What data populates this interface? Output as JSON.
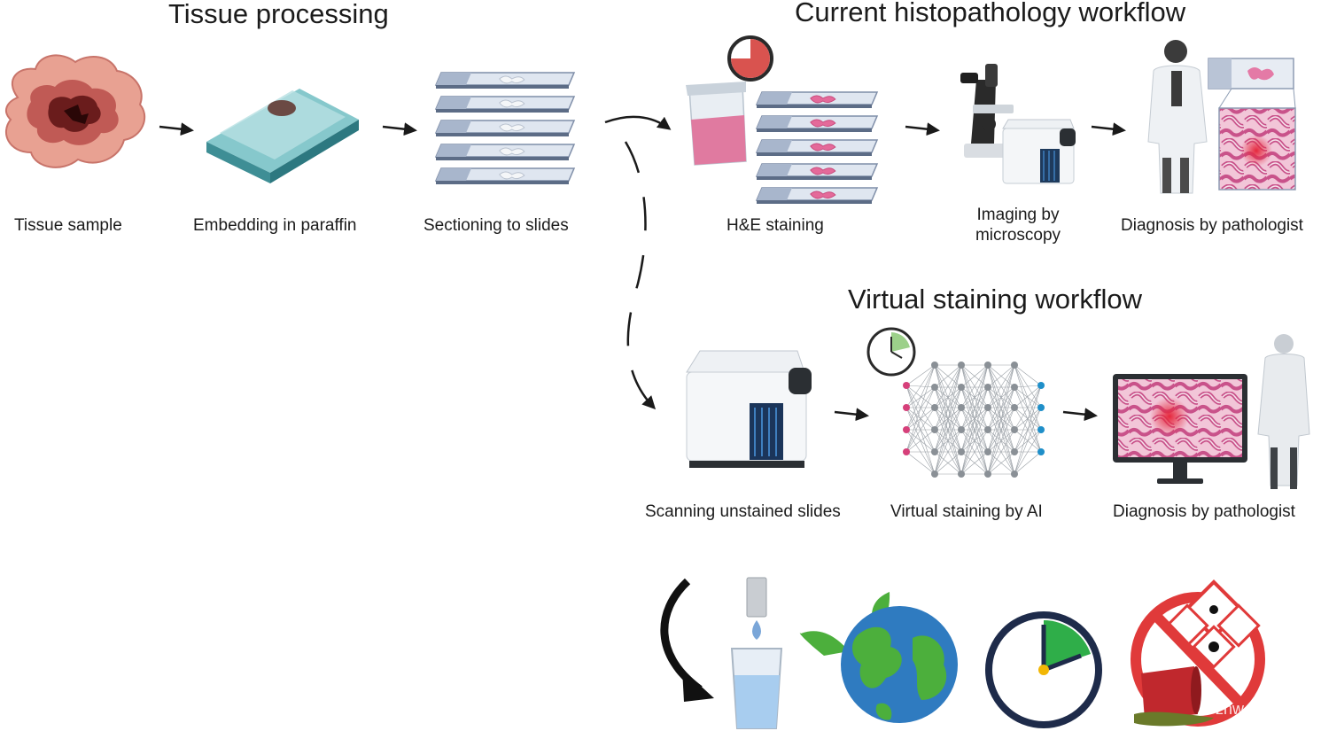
{
  "titles": {
    "tissue_processing": "Tissue processing",
    "current_workflow": "Current histopathology workflow",
    "virtual_workflow": "Virtual staining workflow"
  },
  "steps": {
    "tissue_sample": "Tissue sample",
    "embedding": "Embedding in paraffin",
    "sectioning": "Sectioning to slides",
    "he_staining": "H&E staining",
    "imaging_line1": "Imaging by",
    "imaging_line2": "microscopy",
    "diagnosis_current": "Diagnosis by pathologist",
    "scanning": "Scanning unstained slides",
    "virtual_staining": "Virtual staining by AI",
    "diagnosis_virtual": "Diagnosis by pathologist"
  },
  "icons": {
    "benefits": [
      "water-glass-icon",
      "earth-icon",
      "clock-icon",
      "no-hazardous-chemicals-icon"
    ]
  },
  "watermark": "znw",
  "colors": {
    "tissue": "#d9796f",
    "stain_pink": "#e46a9a",
    "slide_blue": "#9fb0cc",
    "paraffin": "#8fd0d4",
    "clock_green": "#2fae49",
    "earth_blue": "#2f7bc0",
    "earth_green": "#4caf3c",
    "hazard_red": "#e03a3a",
    "node_pink": "#d6407a",
    "node_blue": "#1f8fc9"
  }
}
